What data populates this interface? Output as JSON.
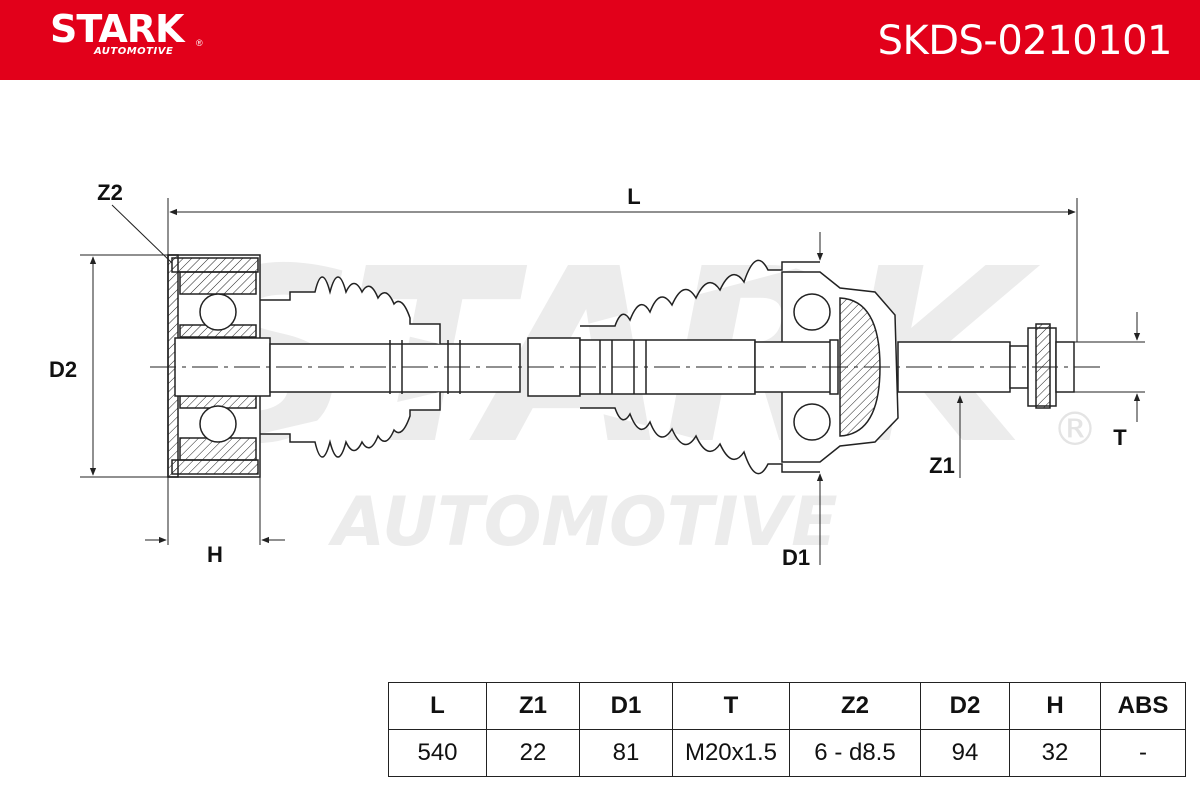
{
  "brand": {
    "name": "STARK",
    "sub": "AUTOMOTIVE",
    "reg": "®"
  },
  "part_number": "SKDS-0210101",
  "watermark": {
    "main": "STARK",
    "sub": "AUTOMOTIVE",
    "reg": "®"
  },
  "diagram_labels": {
    "L": "L",
    "Z2": "Z2",
    "D2": "D2",
    "H": "H",
    "D1": "D1",
    "Z1": "Z1",
    "T": "T"
  },
  "spec_table": {
    "headers": [
      "L",
      "Z1",
      "D1",
      "T",
      "Z2",
      "D2",
      "H",
      "ABS"
    ],
    "values": [
      "540",
      "22",
      "81",
      "M20x1.5",
      "6 - d8.5",
      "94",
      "32",
      "-"
    ]
  },
  "colors": {
    "brand_red": "#e2001a",
    "line": "#222222",
    "watermark": "#e9e9e9"
  }
}
